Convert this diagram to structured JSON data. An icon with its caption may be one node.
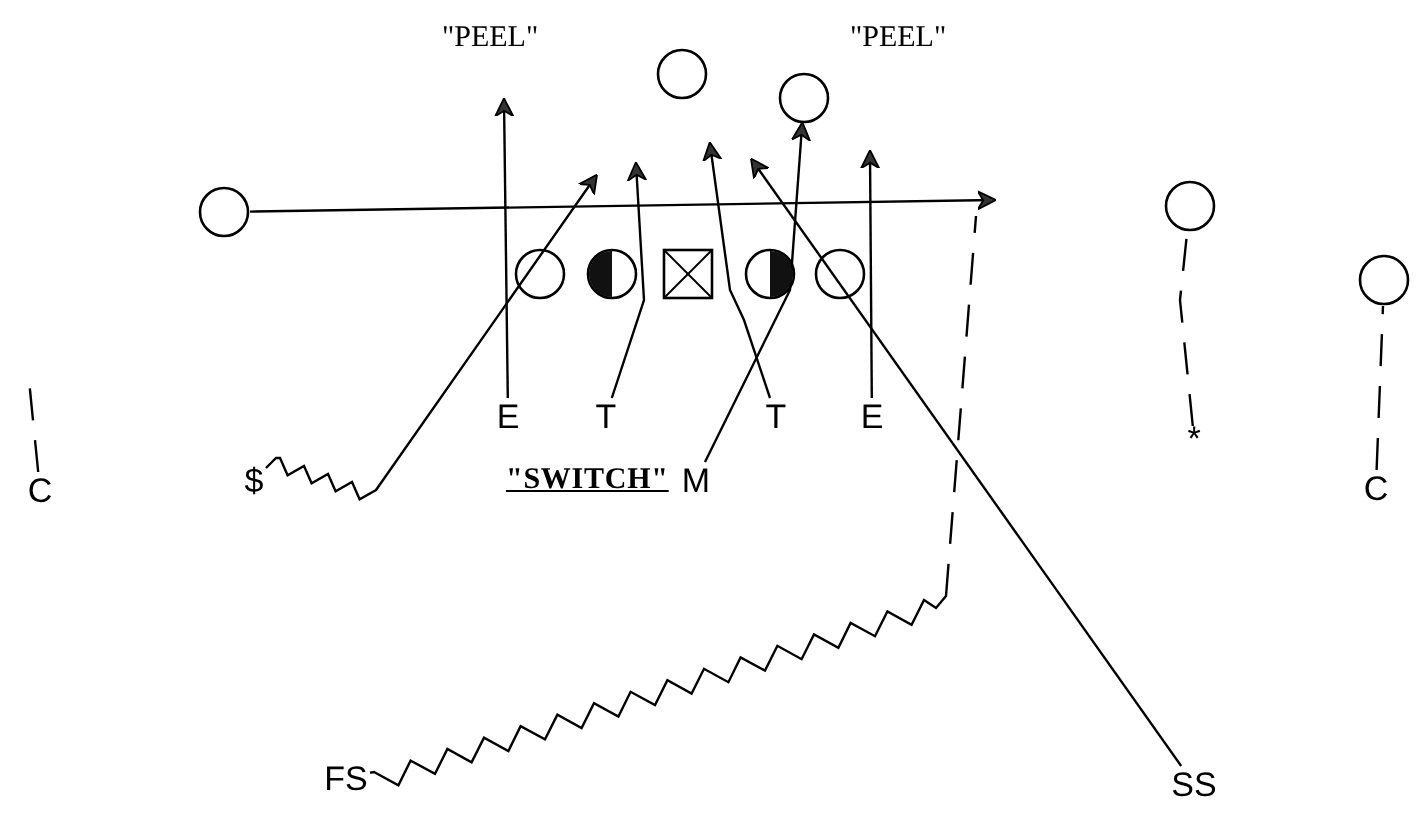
{
  "diagram": {
    "nodes": [
      {
        "text": [],
        "shape": "circle"
      },
      {
        "text": [],
        "shape": "circle"
      },
      {
        "text": [],
        "shape": "circle"
      },
      {
        "text": [],
        "shape": "circle"
      },
      {
        "text": [],
        "shape": "circle"
      },
      {
        "text": [],
        "shape": "circle"
      },
      {
        "text": [],
        "shape": "box"
      },
      {
        "text": [],
        "shape": "circle"
      },
      {
        "text": [],
        "shape": "circle"
      },
      {
        "text": [],
        "shape": "circle"
      },
      {
        "text": [
          "E"
        ]
      },
      {
        "text": [
          "T"
        ]
      },
      {
        "text": [
          "T"
        ]
      },
      {
        "text": [
          "E"
        ]
      },
      {
        "text": [
          "*"
        ]
      },
      {
        "text": [
          "M"
        ]
      },
      {
        "text": [
          "$"
        ]
      },
      {
        "text": [
          "C"
        ]
      },
      {
        "text": [
          "C"
        ]
      },
      {
        "text": [
          "FS"
        ]
      },
      {
        "text": [
          "SS"
        ]
      }
    ],
    "edges": [
      {
        "from": 2,
        "to": null,
        "arrow": "to"
      },
      {
        "from": 10,
        "to": null,
        "arrow": "to"
      },
      {
        "from": 11,
        "to": null,
        "arrow": "to"
      },
      {
        "from": 16,
        "to": null,
        "arrow": "to"
      },
      {
        "from": 15,
        "to": 1,
        "arrow": "to"
      },
      {
        "from": 12,
        "to": null,
        "arrow": "to"
      },
      {
        "from": 20,
        "to": null,
        "arrow": "to"
      },
      {
        "from": 13,
        "to": null,
        "arrow": "to"
      },
      {
        "from": 19,
        "to": null,
        "arrow": "none",
        "style": "dashed"
      },
      {
        "from": 14,
        "to": 3,
        "arrow": "none",
        "style": "dashed"
      },
      {
        "from": 18,
        "to": 9,
        "arrow": "none",
        "style": "dashed"
      },
      {
        "from": 17,
        "to": null,
        "arrow": "none",
        "style": "dashed"
      }
    ],
    "labels": [
      "\"PEEL\"",
      "\"PEEL\"",
      "\"SWITCH\""
    ]
  }
}
